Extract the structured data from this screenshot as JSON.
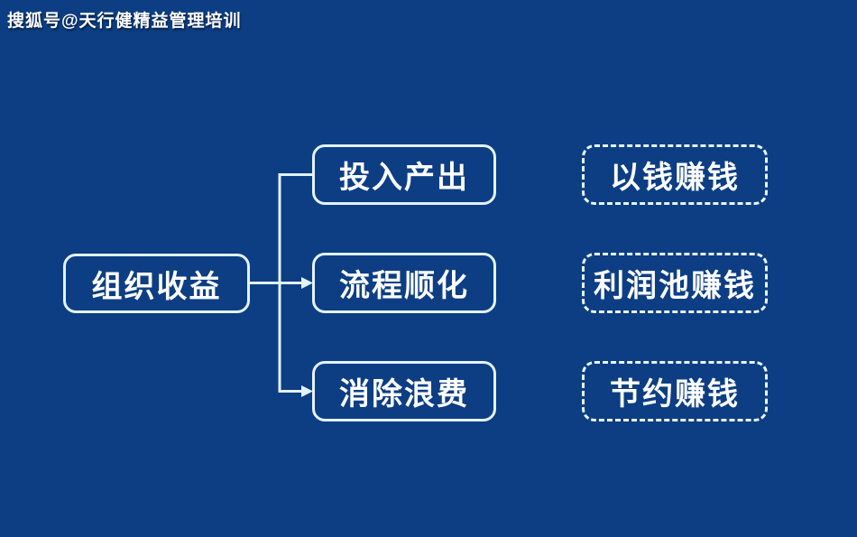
{
  "watermark": "搜狐号@天行健精益管理培训",
  "colors": {
    "background": "#0d3e84",
    "line": "#e2f3fc",
    "text": "#fdfeff"
  },
  "diagram": {
    "root": {
      "label": "组织收益"
    },
    "branches": [
      {
        "label": "投入产出",
        "outcome": "以钱赚钱"
      },
      {
        "label": "流程顺化",
        "outcome": "利润池赚钱"
      },
      {
        "label": "消除浪费",
        "outcome": "节约赚钱"
      }
    ]
  }
}
